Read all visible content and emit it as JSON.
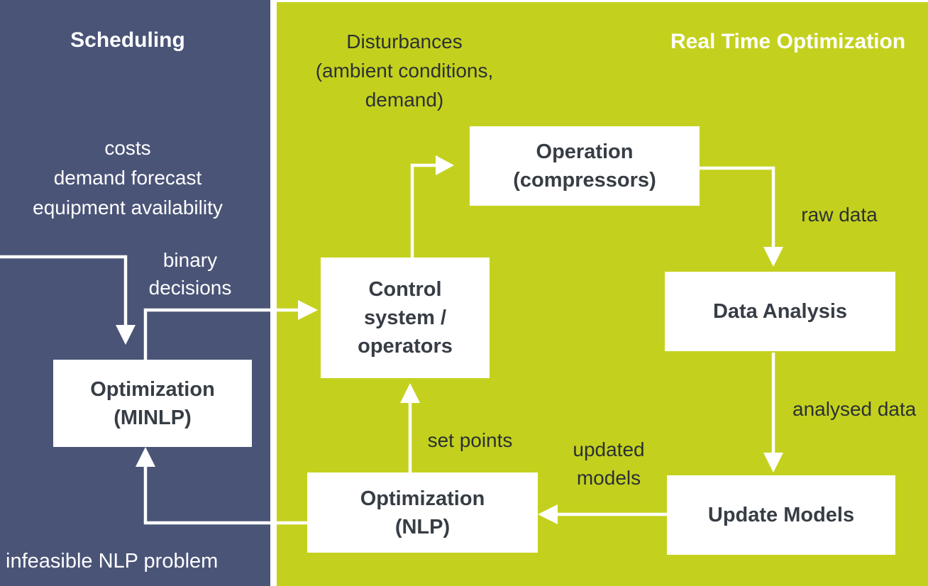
{
  "colors": {
    "panel-blue": "#4a5477",
    "panel-green": "#c3d11e",
    "box-bg": "#ffffff",
    "box-text": "#373d45",
    "label-dark": "#2c3033",
    "label-light": "#ffffff",
    "arrow": "#ffffff"
  },
  "scheduling": {
    "title": "Scheduling",
    "inputs": [
      "costs",
      "demand forecast",
      "equipment availability"
    ],
    "binary_decisions": [
      "binary",
      "decisions"
    ],
    "infeasible": "infeasible NLP problem",
    "minlp_box": [
      "Optimization",
      "(MINLP)"
    ]
  },
  "rto": {
    "title": "Real Time Optimization",
    "disturbances": [
      "Disturbances",
      "(ambient conditions,",
      "demand)"
    ],
    "operation_box": [
      "Operation",
      "(compressors)"
    ],
    "control_box": [
      "Control",
      "system /",
      "operators"
    ],
    "data_analysis_box": [
      "Data Analysis"
    ],
    "update_models_box": [
      "Update Models"
    ],
    "nlp_box": [
      "Optimization",
      "(NLP)"
    ],
    "labels": {
      "raw_data": "raw data",
      "analysed_data": "analysed data",
      "updated_models": [
        "updated",
        "models"
      ],
      "set_points": "set points"
    }
  }
}
